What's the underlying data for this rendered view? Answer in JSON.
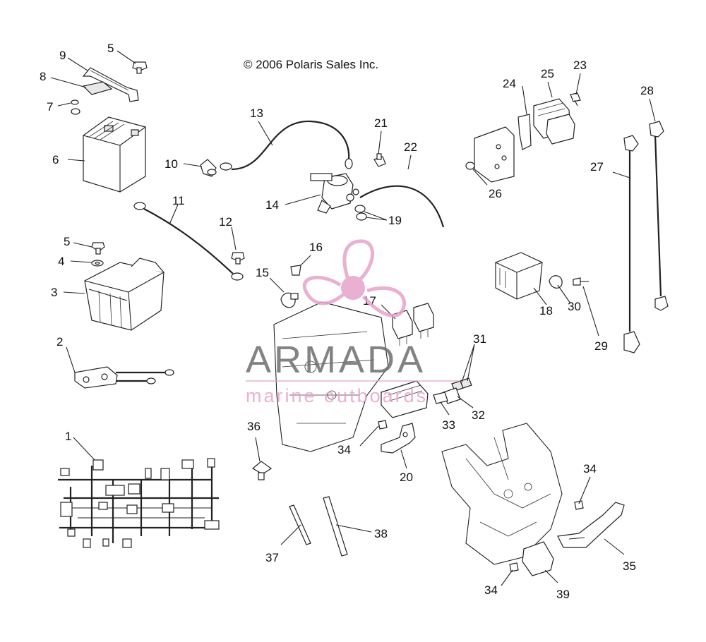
{
  "copyright": "© 2006 Polaris Sales Inc.",
  "watermark": {
    "brand": "ARMADA",
    "tagline": "marine outboards",
    "logo_color": "#e7a3c9",
    "text_color": "#6e6e6e"
  },
  "callouts": [
    "1",
    "2",
    "3",
    "4",
    "5",
    "5",
    "6",
    "7",
    "8",
    "9",
    "10",
    "11",
    "12",
    "13",
    "14",
    "15",
    "16",
    "17",
    "18",
    "19",
    "20",
    "21",
    "22",
    "23",
    "24",
    "25",
    "26",
    "27",
    "28",
    "29",
    "30",
    "31",
    "32",
    "33",
    "34",
    "34",
    "34",
    "35",
    "36",
    "37",
    "38",
    "39"
  ]
}
